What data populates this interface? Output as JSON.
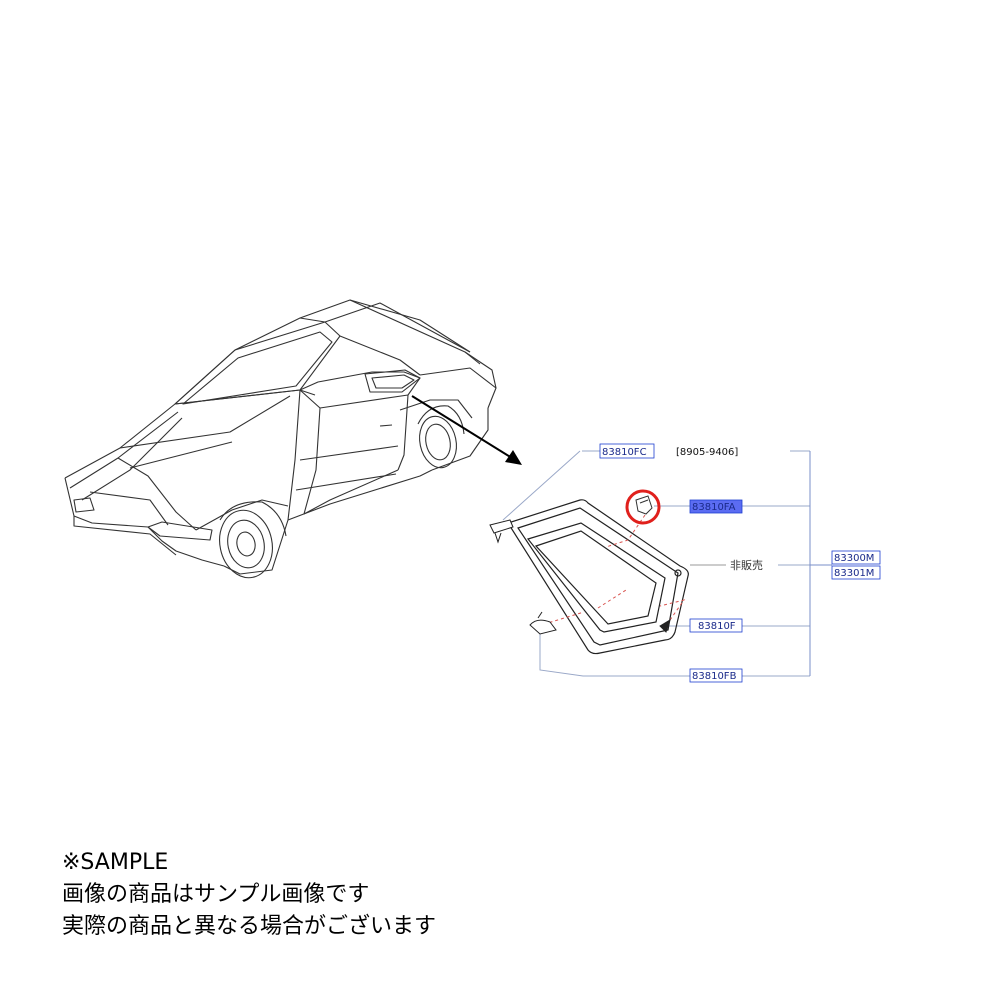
{
  "diagram": {
    "part_labels": {
      "bracket_top": "83810FC",
      "date_code": "[8905-9406]",
      "fastener_highlighted": "83810FA",
      "not_sold": "非販売",
      "glass_assy_rh": "83300M",
      "glass_assy_lh": "83301M",
      "fastener_side": "83810F",
      "bracket_bottom": "83810FB"
    },
    "colors": {
      "line": "#333333",
      "leader": "#9aa8c8",
      "label_text": "#1a2a8a",
      "label_box": "#1f3fd0",
      "highlight_fill": "#5b6cf2",
      "circle": "#e0201c",
      "dashed": "#d9534f",
      "bracket": "#7a8fc8"
    }
  },
  "note": {
    "line1": "※SAMPLE",
    "line2": "画像の商品はサンプル画像です",
    "line3": "実際の商品と異なる場合がございます"
  }
}
